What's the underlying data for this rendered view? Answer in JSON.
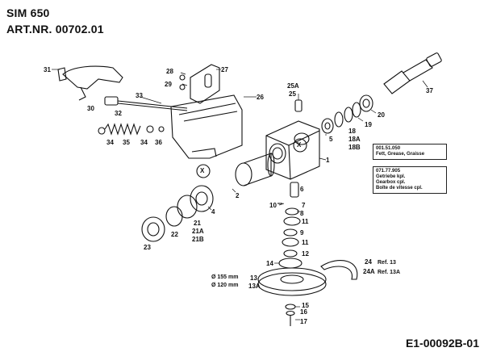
{
  "header": {
    "model": "SIM 650",
    "article": "ART.NR. 00702.01"
  },
  "footer": {
    "drawing_code": "E1-00092B-01"
  },
  "info_boxes": [
    {
      "code": "001.51.050",
      "text": "Fett, Grease, Graisse"
    },
    {
      "code": "071.77.905",
      "lines": [
        "Getriebe kpl.",
        "Gearbox cpl.",
        "Boîte de vitesse cpl."
      ]
    }
  ],
  "callouts": {
    "p31": "31",
    "p30": "30",
    "p32": "32",
    "p33": "33",
    "p34a": "34",
    "p35": "35",
    "p34b": "34",
    "p36": "36",
    "p28": "28",
    "p29": "29",
    "p27": "27",
    "p26": "26",
    "p25a": "25A",
    "p25": "25",
    "p37": "37",
    "p20": "20",
    "p19": "19",
    "p18": "18",
    "p18a": "18A",
    "p18b": "18B",
    "p5": "5",
    "p1": "1",
    "p6": "6",
    "p7": "7",
    "p8": "8",
    "p10": "10",
    "p11a": "11",
    "p11b": "11",
    "p9": "9",
    "p12": "12",
    "p14": "14",
    "p2": "2",
    "p4": "4",
    "p21": "21",
    "p21a": "21A",
    "p21b": "21B",
    "p22": "22",
    "p23": "23",
    "p13": "13",
    "p13a": "13A",
    "p24": "24",
    "p24a": "24A",
    "p15": "15",
    "p16": "16",
    "p17": "17",
    "x1": "X",
    "x2": "X"
  },
  "pulley_sizes": {
    "d155": "Ø 155 mm",
    "d120": "Ø 120 mm"
  },
  "refs": {
    "r24": "Ref. 13",
    "r24a": "Ref. 13A"
  }
}
